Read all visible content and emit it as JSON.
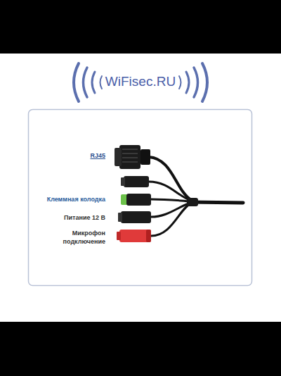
{
  "diagram": {
    "labels": [
      "WiFisec.RU",
      "RJ45",
      "Клеммная колодка",
      "Питание 12 В",
      "Микрофон подключение"
    ]
  }
}
